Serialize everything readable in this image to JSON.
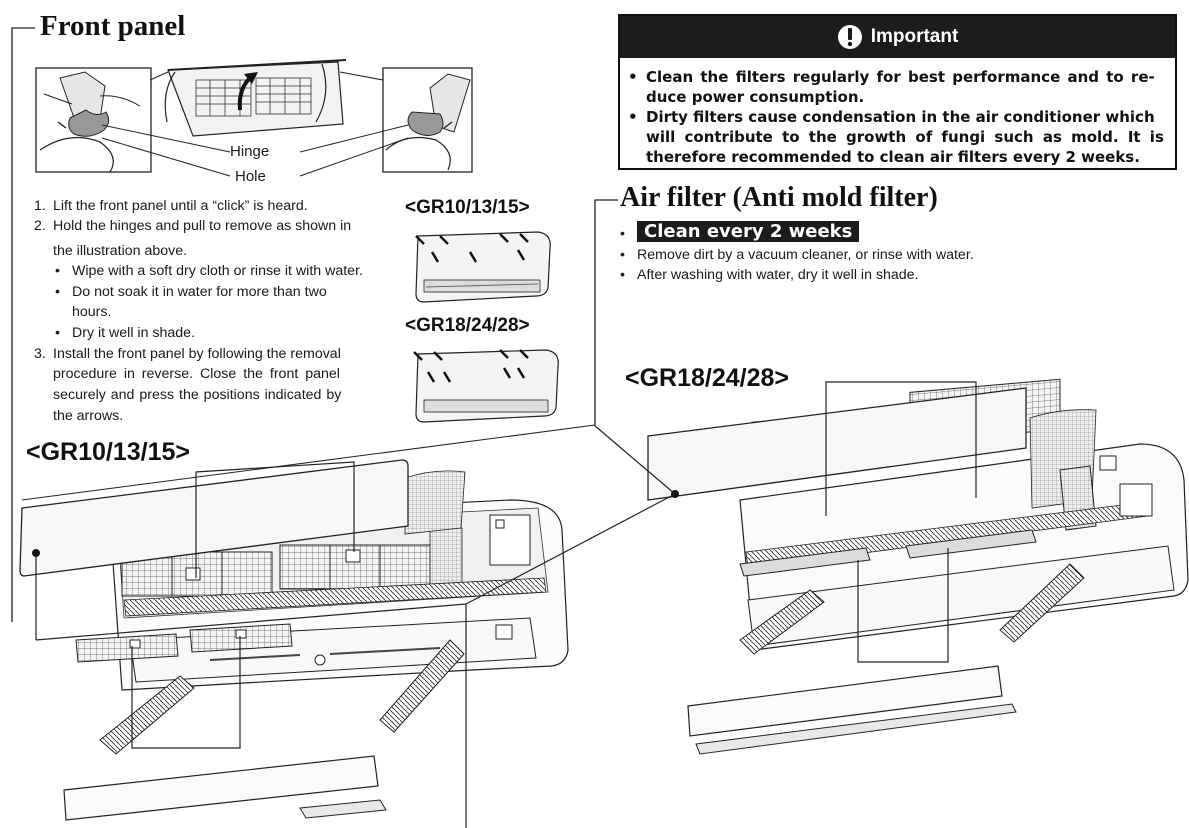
{
  "front_panel": {
    "title": "Front panel",
    "hinge_label": "Hinge",
    "hole_label": "Hole",
    "steps": [
      {
        "num": "1.",
        "text": "Lift the front panel until a “click” is heard."
      },
      {
        "num": "2.",
        "text": "Hold the hinges and pull to remove as shown in",
        "text2": "the illustration above."
      },
      {
        "num": "3.",
        "lines": [
          "Install the front panel by following the removal",
          "procedure in reverse. Close the front panel",
          "securely and press the positions indicated by",
          "the arrows."
        ]
      }
    ],
    "sub_bullets": [
      {
        "lines": [
          "Wipe with a soft dry cloth or rinse it with water."
        ]
      },
      {
        "lines": [
          "Do not soak it in water for more than two",
          "hours."
        ]
      },
      {
        "lines": [
          "Dry it well in shade."
        ]
      }
    ],
    "model_small": "<GR10/13/15>",
    "model_large": "<GR18/24/28>"
  },
  "important": {
    "title": "Important",
    "items": [
      {
        "lines": [
          "Clean the filters regularly for best performance and to re-",
          "duce power consumption."
        ]
      },
      {
        "lines": [
          "Dirty filters cause condensation in the air conditioner which",
          "will contribute to the growth of fungi such as mold. It is",
          "therefore recommended to clean air filters every 2 weeks."
        ]
      }
    ]
  },
  "air_filter": {
    "title": "Air filter (Anti mold filter)",
    "highlight": "Clean every 2 weeks",
    "bullets": [
      "Remove dirt by a vacuum cleaner, or rinse with water.",
      "After washing with water, dry it well in shade."
    ]
  },
  "diagram": {
    "label_left": "<GR10/13/15>",
    "label_right": "<GR18/24/28>"
  }
}
